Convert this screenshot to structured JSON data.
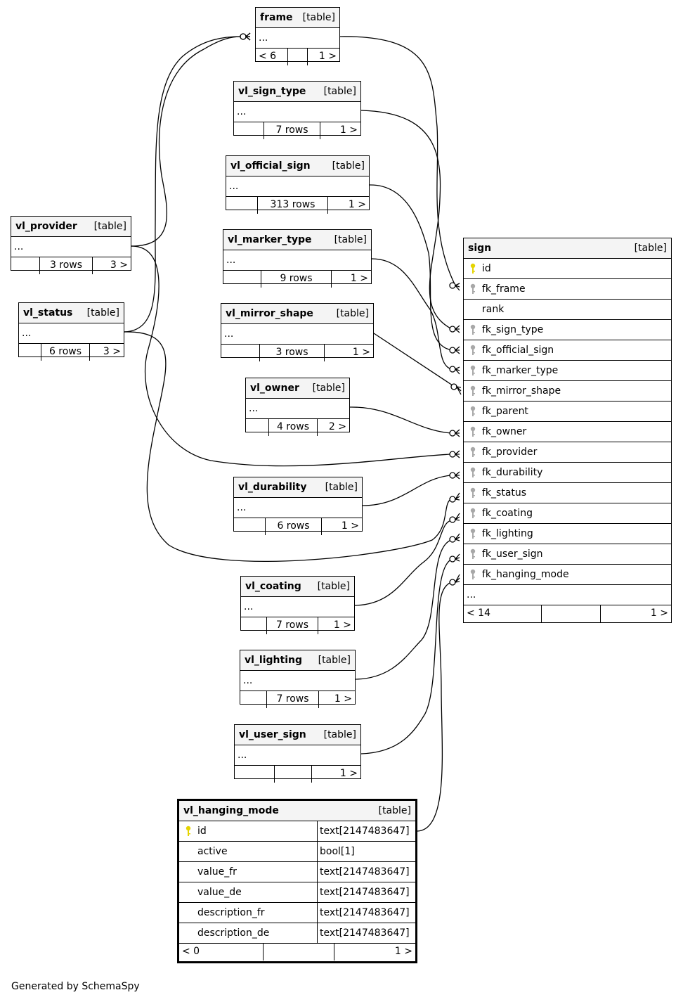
{
  "diagram": {
    "table_tag": "[table]",
    "ellipsis": "...",
    "credit": "Generated by SchemaSpy",
    "tables": {
      "frame": {
        "name": "frame",
        "foot": [
          "< 6",
          "",
          "1 >"
        ]
      },
      "vl_sign_type": {
        "name": "vl_sign_type",
        "foot": [
          "",
          "7 rows",
          "1 >"
        ]
      },
      "vl_official_sign": {
        "name": "vl_official_sign",
        "foot": [
          "",
          "313 rows",
          "1 >"
        ]
      },
      "vl_marker_type": {
        "name": "vl_marker_type",
        "foot": [
          "",
          "9 rows",
          "1 >"
        ]
      },
      "vl_mirror_shape": {
        "name": "vl_mirror_shape",
        "foot": [
          "",
          "3 rows",
          "1 >"
        ]
      },
      "vl_owner": {
        "name": "vl_owner",
        "foot": [
          "",
          "4 rows",
          "2 >"
        ]
      },
      "vl_durability": {
        "name": "vl_durability",
        "foot": [
          "",
          "6 rows",
          "1 >"
        ]
      },
      "vl_coating": {
        "name": "vl_coating",
        "foot": [
          "",
          "7 rows",
          "1 >"
        ]
      },
      "vl_lighting": {
        "name": "vl_lighting",
        "foot": [
          "",
          "7 rows",
          "1 >"
        ]
      },
      "vl_user_sign": {
        "name": "vl_user_sign",
        "foot": [
          "",
          "",
          "1 >"
        ]
      },
      "vl_provider": {
        "name": "vl_provider",
        "foot": [
          "",
          "3 rows",
          "3 >"
        ]
      },
      "vl_status": {
        "name": "vl_status",
        "foot": [
          "",
          "6 rows",
          "3 >"
        ]
      }
    },
    "sign": {
      "name": "sign",
      "columns": [
        {
          "name": "id",
          "key": "primary"
        },
        {
          "name": "fk_frame",
          "key": "foreign"
        },
        {
          "name": "rank",
          "key": "none"
        },
        {
          "name": "fk_sign_type",
          "key": "foreign"
        },
        {
          "name": "fk_official_sign",
          "key": "foreign"
        },
        {
          "name": "fk_marker_type",
          "key": "foreign"
        },
        {
          "name": "fk_mirror_shape",
          "key": "foreign"
        },
        {
          "name": "fk_parent",
          "key": "foreign"
        },
        {
          "name": "fk_owner",
          "key": "foreign"
        },
        {
          "name": "fk_provider",
          "key": "foreign"
        },
        {
          "name": "fk_durability",
          "key": "foreign"
        },
        {
          "name": "fk_status",
          "key": "foreign"
        },
        {
          "name": "fk_coating",
          "key": "foreign"
        },
        {
          "name": "fk_lighting",
          "key": "foreign"
        },
        {
          "name": "fk_user_sign",
          "key": "foreign"
        },
        {
          "name": "fk_hanging_mode",
          "key": "foreign"
        }
      ],
      "ellipsis": "...",
      "foot": [
        "< 14",
        "",
        "1 >"
      ]
    },
    "vl_hanging_mode": {
      "name": "vl_hanging_mode",
      "columns": [
        {
          "name": "id",
          "type": "text[2147483647]",
          "key": "primary"
        },
        {
          "name": "active",
          "type": "bool[1]",
          "key": "none"
        },
        {
          "name": "value_fr",
          "type": "text[2147483647]",
          "key": "none"
        },
        {
          "name": "value_de",
          "type": "text[2147483647]",
          "key": "none"
        },
        {
          "name": "description_fr",
          "type": "text[2147483647]",
          "key": "none"
        },
        {
          "name": "description_de",
          "type": "text[2147483647]",
          "key": "none"
        }
      ],
      "foot": [
        "< 0",
        "",
        "1 >"
      ]
    },
    "colors": {
      "primary_key": "#e5d400",
      "foreign_key": "#a8a8a8",
      "header_bg": "#f4f4f4",
      "line": "#000000"
    }
  }
}
